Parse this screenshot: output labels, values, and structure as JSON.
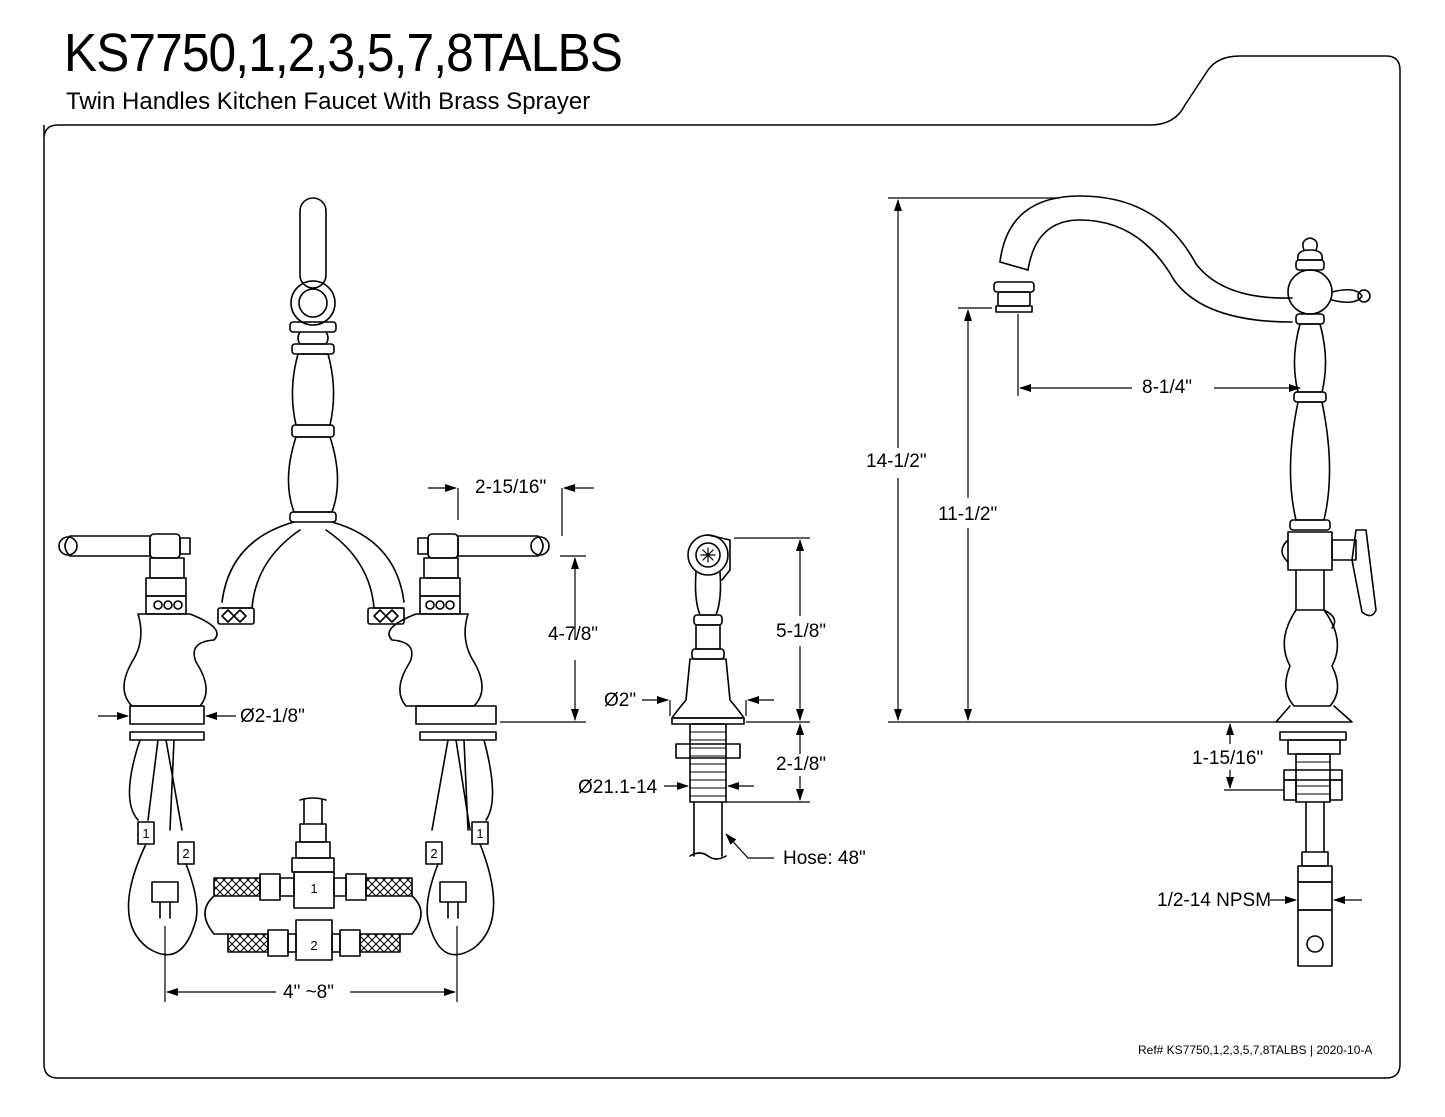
{
  "header": {
    "title": "KS7750,1,2,3,5,7,8TALBS",
    "subtitle": "Twin Handles Kitchen Faucet With Brass Sprayer"
  },
  "dimensions": {
    "handle_spacing": "2-15/16\"",
    "handle_height": "4-7/8\"",
    "base_diameter": "Ø2-1/8\"",
    "center_spread": "4\" ~8\"",
    "sprayer_height": "5-1/8\"",
    "sprayer_diameter": "Ø2\"",
    "shank_length": "2-1/8\"",
    "shank_thread": "Ø21.1-14",
    "hose_length": "Hose: 48\"",
    "total_height": "14-1/2\"",
    "spout_height": "11-1/2\"",
    "spout_reach": "8-1/4\"",
    "under_deck": "1-15/16\"",
    "inlet_thread": "1/2-14 NPSM"
  },
  "hose_tags": {
    "left_outer": "1",
    "left_inner": "2",
    "right_inner": "2",
    "right_outer": "1",
    "valve_top": "1",
    "valve_bottom": "2"
  },
  "footer": {
    "reference": "Ref# KS7750,1,2,3,5,7,8TALBS | 2020-10-A"
  }
}
